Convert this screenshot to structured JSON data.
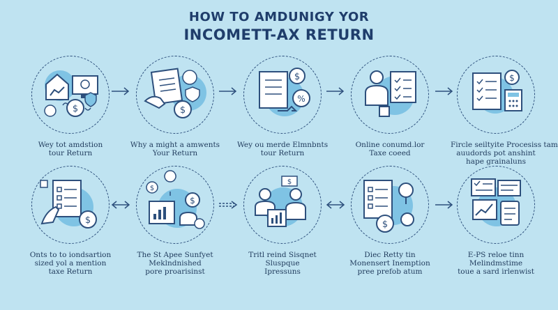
{
  "title": {
    "line1": "HOW TO AMDUNIGY YOR",
    "line2": "INCOMETT-AX RETURN"
  },
  "rows": [
    [
      {
        "icon": "house-computer-icon",
        "lines": [
          "Wey tot amdstion",
          "tour Return"
        ]
      },
      {
        "icon": "hand-document-coin-icon",
        "lines": [
          "Why a might a amwents",
          "Your Return"
        ]
      },
      {
        "icon": "documents-percent-icon",
        "lines": [
          "Wey ou merde Elmnbnts",
          "tour Return"
        ]
      },
      {
        "icon": "person-checklist-icon",
        "lines": [
          "Online conumd.lor",
          "Taxe coeed"
        ]
      },
      {
        "icon": "checklist-calculator-icon",
        "lines": [
          "Fircle seiltyite Procesiss tame",
          "auudords pot anshint",
          "hape grainaluns"
        ]
      }
    ],
    [
      {
        "icon": "hand-checklist-coin-icon",
        "lines": [
          "Onts to to iondsartion",
          "sized yol a mention",
          "taxe Return"
        ]
      },
      {
        "icon": "chart-people-coin-icon",
        "lines": [
          "The St Apee Sunfyet",
          "Meklndnished",
          "pore proarisinst"
        ]
      },
      {
        "icon": "people-chart-icon",
        "lines": [
          "Tritl reind Sisqnet",
          "Sluspque",
          "Ipressuns"
        ]
      },
      {
        "icon": "checklist-coins-icon",
        "lines": [
          "Diec Retty tin",
          "Monensert Inemption",
          "pree prefob atum"
        ]
      },
      {
        "icon": "chart-tablet-icon",
        "lines": [
          "E-PS reloe tinn",
          "Melindmstime",
          "toue a sard irlenwist"
        ]
      }
    ]
  ]
}
